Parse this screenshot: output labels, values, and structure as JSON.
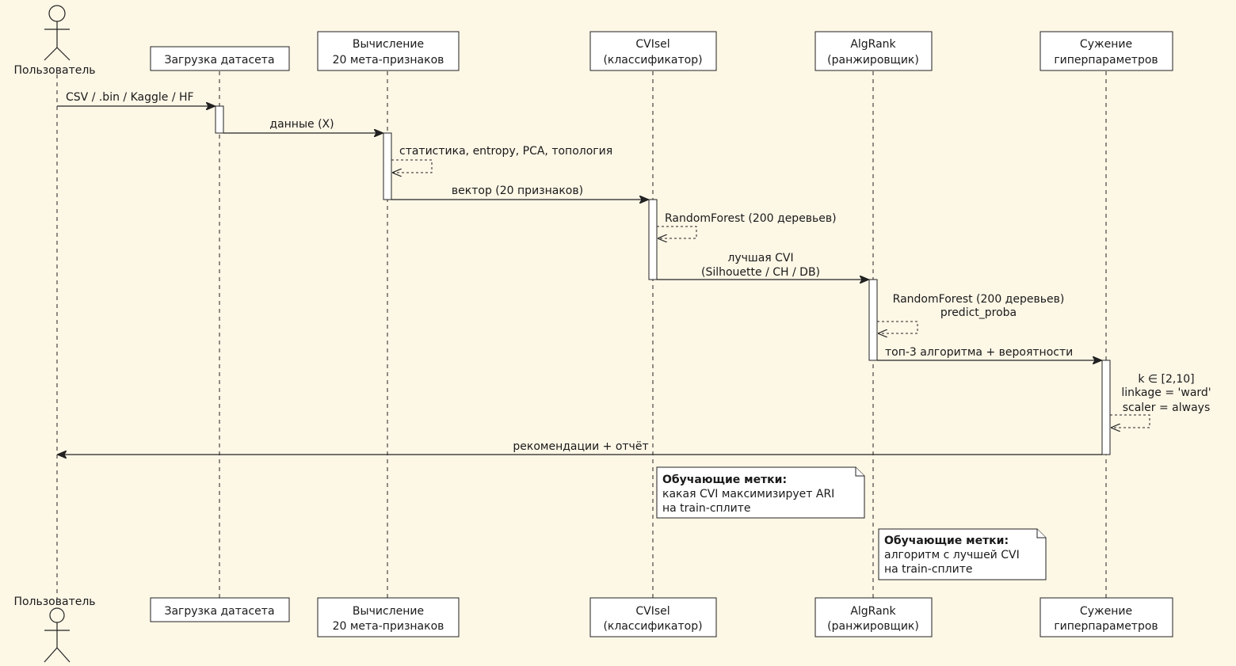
{
  "actor": {
    "label": "Пользователь"
  },
  "participants": [
    {
      "id": "loader",
      "line1": "Загрузка датасета",
      "line2": ""
    },
    {
      "id": "features",
      "line1": "Вычисление",
      "line2": "20 мета-признаков"
    },
    {
      "id": "cvisel",
      "line1": "CVIsel",
      "line2": "(классификатор)"
    },
    {
      "id": "algrank",
      "line1": "AlgRank",
      "line2": "(ранжировщик)"
    },
    {
      "id": "narrow",
      "line1": "Сужение",
      "line2": "гиперпараметров"
    }
  ],
  "messages": {
    "m1": "CSV / .bin / Kaggle / HF",
    "m2": "данные (X)",
    "m3": "статистика, entropy, PCA, топология",
    "m4": "вектор (20 признаков)",
    "m5": "RandomForest (200 деревьев)",
    "m6_l1": "лучшая CVI",
    "m6_l2": "(Silhouette / CH / DB)",
    "m7_l1": "RandomForest (200 деревьев)",
    "m7_l2": "predict_proba",
    "m8": "топ-3 алгоритма + вероятности",
    "m9_l1": "k ∈ [2,10]",
    "m9_l2": "linkage = 'ward'",
    "m9_l3": "scaler = always",
    "m10": "рекомендации + отчёт"
  },
  "notes": {
    "n1_title": "Обучающие метки:",
    "n1_l1": "какая CVI максимизирует ARI",
    "n1_l2": "на train-сплите",
    "n2_title": "Обучающие метки:",
    "n2_l1": "алгоритм с лучшей CVI",
    "n2_l2": "на train-сплите"
  }
}
